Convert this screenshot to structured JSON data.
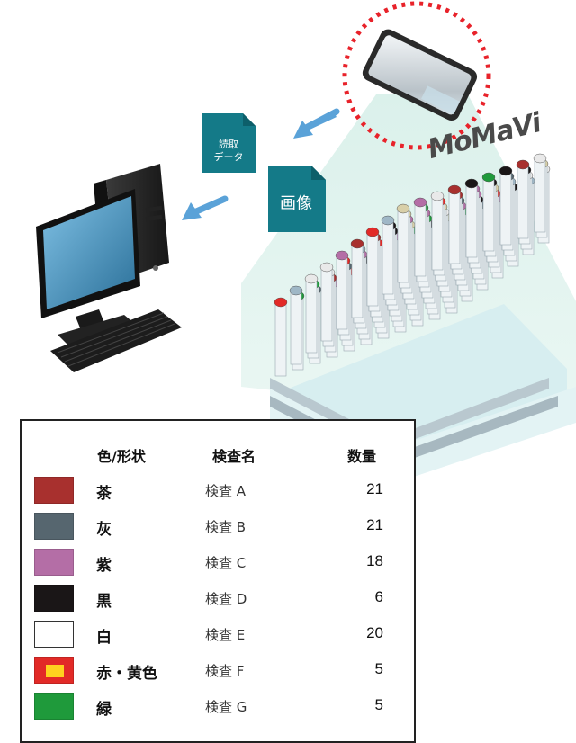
{
  "figure": {
    "brand_label": "MoMaVi",
    "doc_read_data_label": "読取\nデータ",
    "doc_image_label": "画像"
  },
  "table": {
    "headers": {
      "color_shape": "色/形状",
      "test_name": "検査名",
      "count": "数量"
    },
    "rows": [
      {
        "swatch": "#a8302e",
        "swatch_inner": null,
        "color_shape": "茶",
        "test_name": "検査 A",
        "count": "21"
      },
      {
        "swatch": "#56666f",
        "swatch_inner": null,
        "color_shape": "灰",
        "test_name": "検査 B",
        "count": "21"
      },
      {
        "swatch": "#b46ea6",
        "swatch_inner": null,
        "color_shape": "紫",
        "test_name": "検査 C",
        "count": "18"
      },
      {
        "swatch": "#1a1617",
        "swatch_inner": null,
        "color_shape": "黒",
        "test_name": "検査 D",
        "count": "6"
      },
      {
        "swatch": "#ffffff",
        "swatch_inner": null,
        "color_shape": "白",
        "test_name": "検査 E",
        "count": "20"
      },
      {
        "swatch": "#e22a27",
        "swatch_inner": "#ffd21f",
        "color_shape": "赤・黄色",
        "test_name": "検査 F",
        "count": "5"
      },
      {
        "swatch": "#1f9a3b",
        "swatch_inner": null,
        "color_shape": "緑",
        "test_name": "検査 G",
        "count": "5"
      }
    ]
  }
}
